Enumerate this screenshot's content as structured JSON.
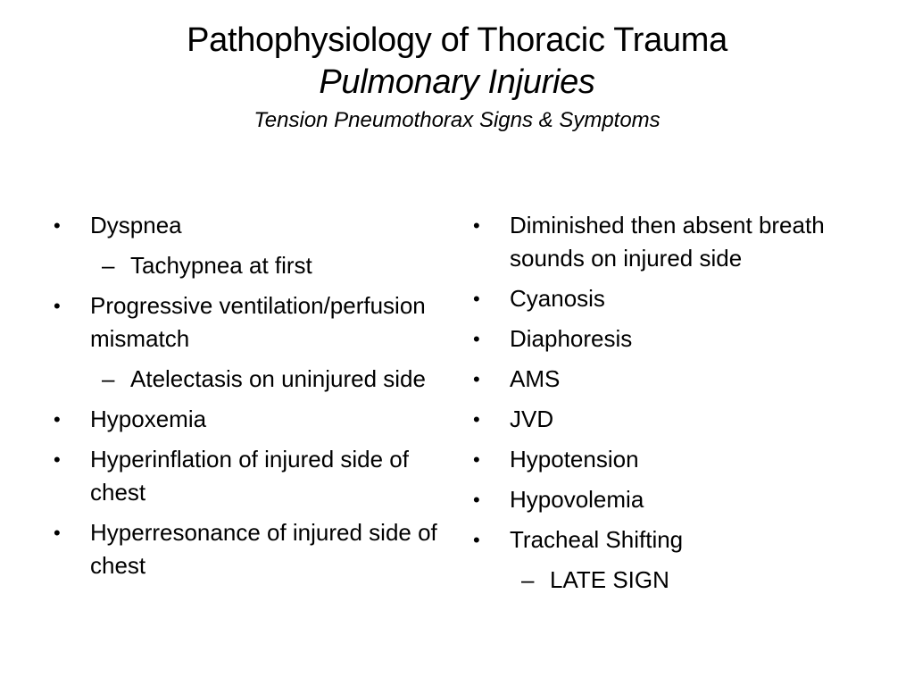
{
  "slide": {
    "title": {
      "line1": "Pathophysiology of Thoracic Trauma",
      "line2": "Pulmonary Injuries",
      "line3": "Tension Pneumothorax Signs & Symptoms"
    },
    "bullet_marker": "•",
    "sub_marker": "–",
    "left_column": [
      {
        "level": 1,
        "text": "Dyspnea"
      },
      {
        "level": 2,
        "text": "Tachypnea at first"
      },
      {
        "level": 1,
        "text": "Progressive ventilation/perfusion mismatch"
      },
      {
        "level": 2,
        "text": "Atelectasis on uninjured side"
      },
      {
        "level": 1,
        "text": "Hypoxemia"
      },
      {
        "level": 1,
        "text": "Hyperinflation of injured side of chest"
      },
      {
        "level": 1,
        "text": "Hyperresonance of injured side of chest"
      }
    ],
    "right_column": [
      {
        "level": 1,
        "text": "Diminished then absent breath sounds on injured side"
      },
      {
        "level": 1,
        "text": "Cyanosis"
      },
      {
        "level": 1,
        "text": "Diaphoresis"
      },
      {
        "level": 1,
        "text": "AMS"
      },
      {
        "level": 1,
        "text": "JVD"
      },
      {
        "level": 1,
        "text": "Hypotension"
      },
      {
        "level": 1,
        "text": "Hypovolemia"
      },
      {
        "level": 1,
        "text": "Tracheal Shifting"
      },
      {
        "level": 2,
        "text": "LATE SIGN"
      }
    ]
  }
}
